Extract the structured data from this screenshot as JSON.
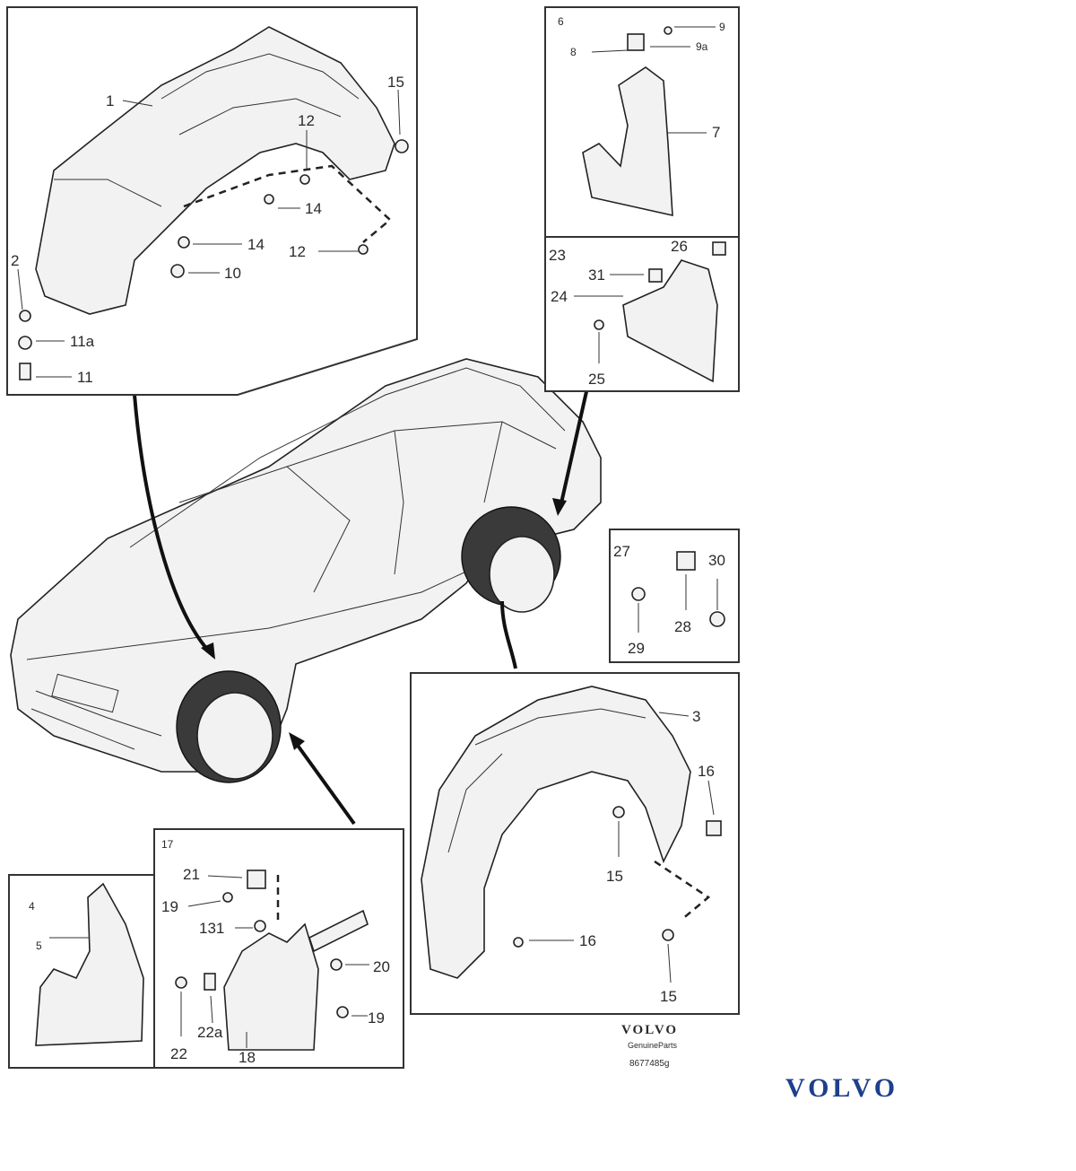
{
  "callouts": {
    "front_liner": [
      "1",
      "15",
      "12",
      "14",
      "14",
      "12",
      "2",
      "10",
      "11a",
      "11"
    ],
    "front_mudflap": [
      "6",
      "9",
      "8",
      "9a",
      "7"
    ],
    "rear_mudflap_top": [
      "23",
      "26",
      "31",
      "24",
      "25"
    ],
    "clip_kit": [
      "27",
      "30",
      "28",
      "29"
    ],
    "rear_liner": [
      "3",
      "16",
      "15",
      "16",
      "15"
    ],
    "mudflap_left": [
      "4",
      "5"
    ],
    "mudflap_kit": [
      "17",
      "21",
      "19",
      "131",
      "20",
      "19",
      "22",
      "22a",
      "18"
    ]
  },
  "footer": {
    "brand_small": "VOLVO",
    "line1": "GenuineParts",
    "code": "8677485g",
    "brand_big": "VOLVO"
  },
  "colors": {
    "brand_blue": "#1d3f8c",
    "line": "#222222"
  }
}
